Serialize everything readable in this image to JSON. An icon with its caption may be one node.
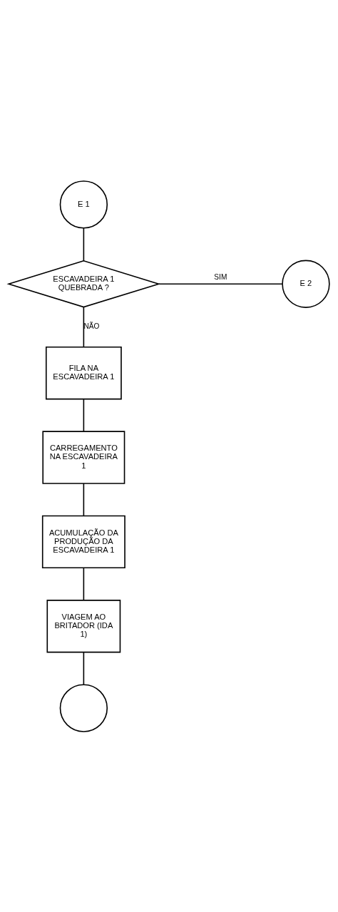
{
  "diagram": {
    "nodes": [
      {
        "text": [
          "E 1"
        ]
      },
      {
        "text": [
          "ESCAVADEIRA 1 QUEBRADA ?"
        ]
      },
      {
        "text": [
          "E 2"
        ]
      },
      {
        "text": [
          "FILA NA ESCAVADEIRA 1"
        ]
      },
      {
        "text": [
          "CARREGAMENTO NA ESCAVADEIRA 1"
        ]
      },
      {
        "text": [
          "ACUMULAÇÃO DA PRODUÇÃO DA ESCAVADEIRA 1"
        ]
      },
      {
        "text": [
          "VIAGEM AO BRITADOR (IDA 1)"
        ]
      },
      {
        "text": [],
        "shape": "circle"
      }
    ],
    "edges": [
      {
        "from": 0,
        "to": 1,
        "arrow": "none"
      },
      {
        "from": 1,
        "to": 2,
        "arrow": "none",
        "label": "SIM"
      },
      {
        "from": 1,
        "to": 3,
        "arrow": "none",
        "label": "NÃO"
      },
      {
        "from": 3,
        "to": 4,
        "arrow": "none"
      },
      {
        "from": 4,
        "to": 5,
        "arrow": "none"
      },
      {
        "from": 5,
        "to": 6,
        "arrow": "none"
      },
      {
        "from": 6,
        "to": 7,
        "arrow": "none"
      }
    ]
  }
}
